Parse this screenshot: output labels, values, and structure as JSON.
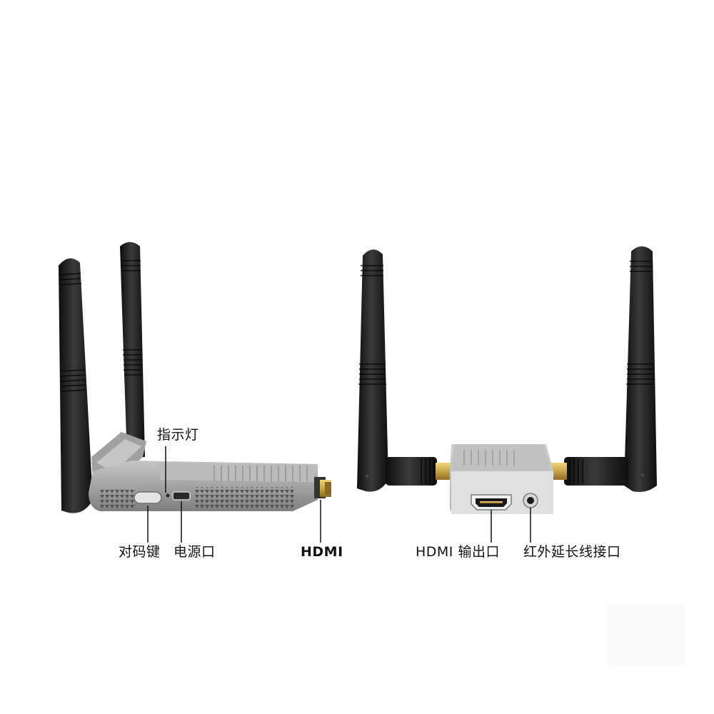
{
  "labels": {
    "indicator_light": "指示灯",
    "pair_button": "对码键",
    "power_port": "电源口",
    "hdmi": "HDMI",
    "hdmi_output": "HDMI 输出口",
    "ir_extension_port": "红外延长线接口"
  },
  "colors": {
    "background": "#ffffff",
    "antenna": "#1c1c1c",
    "device_body": "#8f9193",
    "device_top": "#b9bbbd",
    "gold_connector": "#c9a54a",
    "callout_line": "#111111"
  }
}
